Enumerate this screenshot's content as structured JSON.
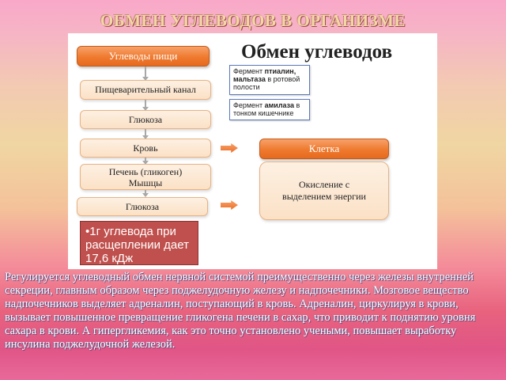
{
  "slide": {
    "title": "ОБМЕН УГЛЕВОДОВ В ОРГАНИЗМЕ"
  },
  "diagram": {
    "title": "Обмен углеводов",
    "boxes": {
      "food_carbs": "Углеводы пищи",
      "digestive_tract": "Пищеварительный  канал",
      "glucose_1": "Глюкоза",
      "blood": "Кровь",
      "liver_line1": "Печень  (гликоген)",
      "liver_line2": "Мышцы",
      "glucose_2": "Глюкоза",
      "cell": "Клетка",
      "oxidation_line1": "Окисление  с",
      "oxidation_line2": "выделением  энергии"
    },
    "enzymes": {
      "mouth_prefix": "Фермент ",
      "mouth_bold": "птиалин, мальтаза",
      "mouth_suffix": " в ротовой полости",
      "intestine_prefix": "Фермент ",
      "intestine_bold": "амилаза",
      "intestine_suffix": " в тонком кишечнике"
    },
    "energy_note": "•1г углевода при расщеплении дает 17,6 кДж"
  },
  "body_text": "Регулируется углеводный обмен нервной системой преимущественно через железы внутренней секреции, главным образом через поджелудочную железу и надпочечники. Мозговое вещество надпочечников выделяет адреналин, поступающий в кровь. Адреналин, циркулируя в крови, вызывает повышенное превращение гликогена печени в сахар, что приводит к поднятию уровня сахара в крови. А гипергликемия, как это точно установлено учеными, повышает выработку инсулина поджелудочной железой.",
  "colors": {
    "orange": "#ef7a2f",
    "light_peach": "#fbe1c6",
    "note_red": "#c0504d",
    "enzyme_border": "#5a78b8"
  }
}
